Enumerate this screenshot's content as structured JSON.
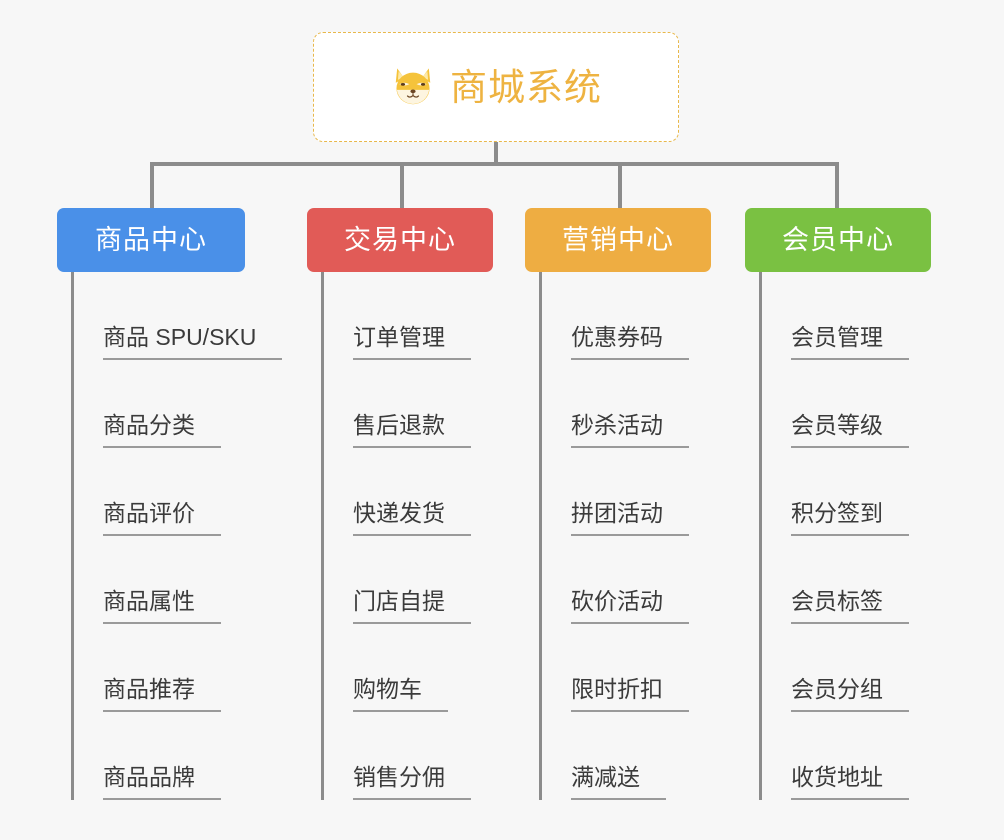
{
  "background_color": "#f7f7f7",
  "root": {
    "title": "商城系统",
    "icon": "shiba-dog-icon",
    "text_color": "#eeb341",
    "border_color": "#e8b84b",
    "background": "#ffffff"
  },
  "connector_color": "#8c8c8c",
  "branches": [
    {
      "label": "商品中心",
      "color": "#4a90e8",
      "items": [
        "商品 SPU/SKU",
        "商品分类",
        "商品评价",
        "商品属性",
        "商品推荐",
        "商品品牌"
      ]
    },
    {
      "label": "交易中心",
      "color": "#e15b57",
      "items": [
        "订单管理",
        "售后退款",
        "快递发货",
        "门店自提",
        "购物车",
        "销售分佣"
      ]
    },
    {
      "label": "营销中心",
      "color": "#eead42",
      "items": [
        "优惠券码",
        "秒杀活动",
        "拼团活动",
        "砍价活动",
        "限时折扣",
        "满减送"
      ]
    },
    {
      "label": "会员中心",
      "color": "#7ac142",
      "items": [
        "会员管理",
        "会员等级",
        "积分签到",
        "会员标签",
        "会员分组",
        "收货地址"
      ]
    }
  ]
}
